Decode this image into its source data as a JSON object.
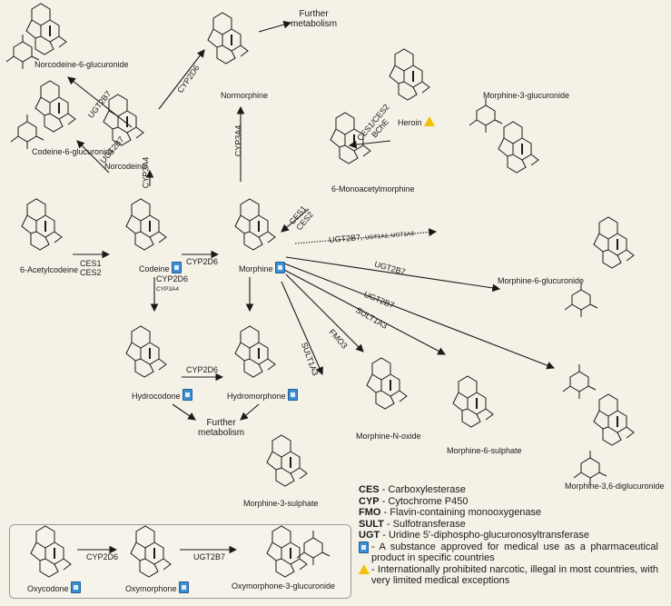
{
  "compounds": {
    "norcodeine_6_glucuronide": "Norcodeine-6-glucuronide",
    "further_metabolism_top": [
      "Further",
      "metabolism"
    ],
    "normorphine": "Normorphine",
    "heroin": "Heroin",
    "norcodeine": "Norcodeine",
    "codeine_6_glucuronide": "Codeine-6-glucuronide",
    "monoacetylmorphine": "6-Monoacetylmorphine",
    "morphine_3_glucuronide": "Morphine-3-glucuronide",
    "acetylcodeine": "6-Acetylcodeine",
    "codeine": "Codeine",
    "morphine": "Morphine",
    "morphine_6_glucuronide": "Morphine-6-glucuronide",
    "hydrocodone": "Hydrocodone",
    "hydromorphone": "Hydromorphone",
    "further_metabolism_bottom": [
      "Further",
      "metabolism"
    ],
    "morphine_n_oxide": "Morphine-N-oxide",
    "morphine_6_sulphate": "Morphine-6-sulphate",
    "morphine_3_sulphate": "Morphine-3-sulphate",
    "morphine_36_diglucuronide": "Morphine-3,6-diglucuronide",
    "oxycodone": "Oxycodone",
    "oxymorphone": "Oxymorphone",
    "oxymorphone_3_glucuronide": "Oxymorphone-3-glucuronide"
  },
  "enzymes": {
    "norcodeine_to_gluc": "UGT2B7",
    "norcodeine_to_normorphine": "CYP2D6",
    "codeine_to_gluc": "UGT2B7",
    "codeine_to_norcodeine": "CYP3A4",
    "morphine_to_normorphine": "CYP3A4",
    "heroin_to_mam": [
      "CES1/CES2",
      "BChE"
    ],
    "acetylcodeine_to_codeine": [
      "CES1",
      "CES2"
    ],
    "codeine_to_morphine": "CYP2D6",
    "mam_to_morphine": [
      "CES1",
      "CES2"
    ],
    "morphine_to_m3g": "UGT2B7,",
    "morphine_to_m3g_minor": "UGT1A1, UGT1A8",
    "codeine_to_hydrocodone": "CYP2D6",
    "codeine_to_hydrocodone_minor": "CYP3A4",
    "morphine_to_m6g": "UGT2B7",
    "morphine_to_diglucuronide": "UGT2B7",
    "morphine_to_m6s": "SULT1A3",
    "morphine_to_noxide": "FMO3",
    "morphine_to_m3s": "SULT1A3",
    "hydrocodone_to_hydromorphone": "CYP2D6",
    "oxycodone_to_oxymorphone": "CYP2D6",
    "oxymorphone_to_gluc": "UGT2B7"
  },
  "legend": [
    {
      "abbr": "CES",
      "text": " - Carboxylesterase"
    },
    {
      "abbr": "CYP",
      "text": " - Cytochrome P450"
    },
    {
      "abbr": "FMO",
      "text": " - Flavin-containing monooxygenase"
    },
    {
      "abbr": "SULT",
      "text": " - Sulfotransferase"
    },
    {
      "abbr": "UGT",
      "text": " - Uridine 5'-diphospho-glucuronosyltransferase"
    }
  ],
  "legend_icons": {
    "medical": {
      "icon": "medicine-bottle-icon",
      "text": "- A substance approved for medical use as a pharmaceutical product in specific countries",
      "color": "#3d8fd1"
    },
    "prohibited": {
      "icon": "warning-triangle-icon",
      "text": "- Internationally prohibited narcotic, illegal in most countries, with very limited medical exceptions",
      "color": "#f2c200"
    }
  },
  "colors": {
    "background": "#f4f1e6",
    "lines": "#1a1a1a"
  }
}
